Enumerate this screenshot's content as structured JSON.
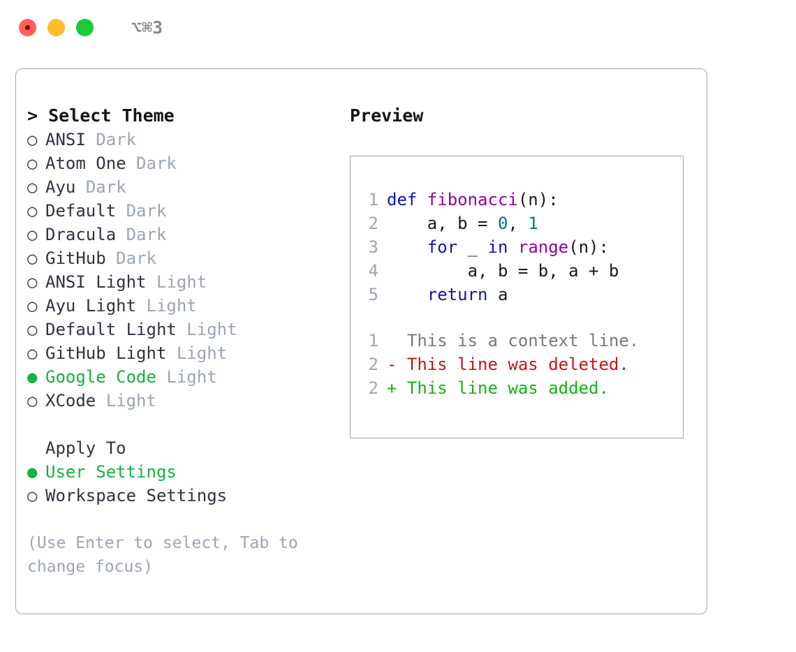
{
  "titlebar": {
    "shortcut": "⌥⌘3",
    "buttons": [
      {
        "name": "close",
        "color": "#ff6057"
      },
      {
        "name": "minimize",
        "color": "#ffbd2e"
      },
      {
        "name": "maximize",
        "color": "#19cb36"
      }
    ]
  },
  "theme_picker": {
    "prompt": "> Select Theme",
    "selected_theme": "Google Code",
    "selected_color": "#10b341",
    "items": [
      {
        "bullet": "○",
        "name": "ANSI",
        "kind": "Dark",
        "selected": false
      },
      {
        "bullet": "○",
        "name": "Atom One",
        "kind": "Dark",
        "selected": false
      },
      {
        "bullet": "○",
        "name": "Ayu",
        "kind": "Dark",
        "selected": false
      },
      {
        "bullet": "○",
        "name": "Default",
        "kind": "Dark",
        "selected": false
      },
      {
        "bullet": "○",
        "name": "Dracula",
        "kind": "Dark",
        "selected": false
      },
      {
        "bullet": "○",
        "name": "GitHub",
        "kind": "Dark",
        "selected": false
      },
      {
        "bullet": "○",
        "name": "ANSI Light",
        "kind": "Light",
        "selected": false
      },
      {
        "bullet": "○",
        "name": "Ayu Light",
        "kind": "Light",
        "selected": false
      },
      {
        "bullet": "○",
        "name": "Default Light",
        "kind": "Light",
        "selected": false
      },
      {
        "bullet": "○",
        "name": "GitHub Light",
        "kind": "Light",
        "selected": false
      },
      {
        "bullet": "●",
        "name": "Google Code",
        "kind": "Light",
        "selected": true
      },
      {
        "bullet": "○",
        "name": "XCode",
        "kind": "Light",
        "selected": false
      }
    ]
  },
  "apply_to": {
    "title": "Apply To",
    "selected_option": "User Settings",
    "options": [
      {
        "bullet": "●",
        "label": "User Settings",
        "selected": true
      },
      {
        "bullet": "○",
        "label": "Workspace Settings",
        "selected": false
      }
    ]
  },
  "hint": "(Use Enter to select, Tab to change focus)",
  "preview": {
    "title": "Preview",
    "code_lines": [
      {
        "number": "1",
        "tokens": [
          {
            "text": "def ",
            "style": "kw"
          },
          {
            "text": "fibonacci",
            "style": "fn"
          },
          {
            "text": "(n):",
            "style": "plain"
          }
        ]
      },
      {
        "number": "2",
        "tokens": [
          {
            "text": "    a, b = ",
            "style": "plain"
          },
          {
            "text": "0",
            "style": "num"
          },
          {
            "text": ", ",
            "style": "plain"
          },
          {
            "text": "1",
            "style": "num"
          }
        ]
      },
      {
        "number": "3",
        "tokens": [
          {
            "text": "    ",
            "style": "plain"
          },
          {
            "text": "for",
            "style": "kw"
          },
          {
            "text": " _ ",
            "style": "plain"
          },
          {
            "text": "in",
            "style": "kw"
          },
          {
            "text": " ",
            "style": "plain"
          },
          {
            "text": "range",
            "style": "fn"
          },
          {
            "text": "(n):",
            "style": "plain"
          }
        ]
      },
      {
        "number": "4",
        "tokens": [
          {
            "text": "        a, b = b, a + b",
            "style": "plain"
          }
        ]
      },
      {
        "number": "5",
        "tokens": [
          {
            "text": "    ",
            "style": "plain"
          },
          {
            "text": "return",
            "style": "kw"
          },
          {
            "text": " a",
            "style": "plain"
          }
        ]
      }
    ],
    "diff_lines": [
      {
        "number": "1",
        "marker": " ",
        "text": " This is a context line.",
        "style": "d-ctx"
      },
      {
        "number": "2",
        "marker": "-",
        "text": " This line was deleted.",
        "style": "d-del"
      },
      {
        "number": "2",
        "marker": "+",
        "text": " This line was added.",
        "style": "d-add"
      }
    ]
  },
  "colors": {
    "keyword": "#1111bb",
    "function": "#990099",
    "number": "#007777",
    "plain": "#1a1a1a",
    "line_number": "#9aa5b4",
    "diff_context": "#7a7a7a",
    "diff_deleted": "#c81515",
    "diff_added": "#13b313",
    "accent_green": "#10b341",
    "border": "#9aa6b6",
    "muted": "#9aa5b4"
  }
}
